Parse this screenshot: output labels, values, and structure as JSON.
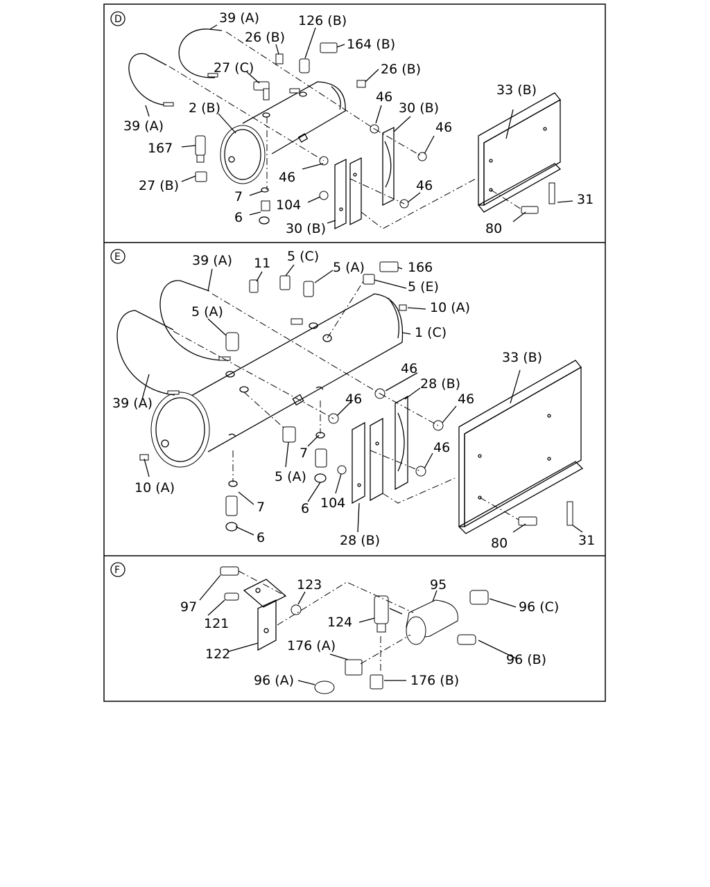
{
  "panels": {
    "D": {
      "marker": "D",
      "labels": {
        "l39a_top": "39 (A)",
        "l26b_top": "26 (B)",
        "l126b": "126 (B)",
        "l164b": "164 (B)",
        "l27c": "27 (C)",
        "l26b_right": "26 (B)",
        "l33b": "33 (B)",
        "l2b": "2 (B)",
        "l39a_left": "39 (A)",
        "l46_a": "46",
        "l30b_top": "30 (B)",
        "l46_b": "46",
        "l167": "167",
        "l27b": "27 (B)",
        "l46_c": "46",
        "l46_d": "46",
        "l31": "31",
        "l7": "7",
        "l104": "104",
        "l6": "6",
        "l30b_bottom": "30 (B)",
        "l80": "80"
      }
    },
    "E": {
      "marker": "E",
      "labels": {
        "l39a_top": "39 (A)",
        "l11": "11",
        "l5c": "5 (C)",
        "l5a_top": "5 (A)",
        "l166": "166",
        "l5e": "5 (E)",
        "l10a_right": "10 (A)",
        "l5a_left": "5 (A)",
        "l1c": "1 (C)",
        "l33b": "33 (B)",
        "l46_a": "46",
        "l28b_top": "28 (B)",
        "l39a_left": "39 (A)",
        "l46_b": "46",
        "l46_c": "46",
        "l7_mid": "7",
        "l46_d": "46",
        "l10a_left": "10 (A)",
        "l5a_bottom": "5 (A)",
        "l6_mid": "6",
        "l104": "104",
        "l7_bottom": "7",
        "l28b_bottom": "28 (B)",
        "l80": "80",
        "l31": "31",
        "l6_bottom": "6"
      }
    },
    "F": {
      "marker": "F",
      "labels": {
        "l123": "123",
        "l95": "95",
        "l97": "97",
        "l96c": "96 (C)",
        "l121": "121",
        "l124": "124",
        "l122": "122",
        "l176a": "176 (A)",
        "l96b": "96 (B)",
        "l96a": "96 (A)",
        "l176b": "176 (B)"
      }
    }
  }
}
